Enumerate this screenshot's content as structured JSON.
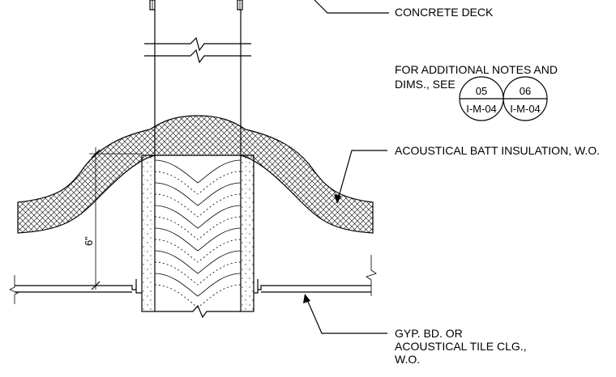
{
  "notes": {
    "concrete_deck": "CONCRETE DECK",
    "see_line1": "FOR ADDITIONAL NOTES AND",
    "see_line2": "DIMS., SEE",
    "acoustical_batt": "ACOUSTICAL BATT INSULATION, W.O.",
    "ceiling_line1": "GYP. BD. OR",
    "ceiling_line2": "ACOUSTICAL TILE CLG.,",
    "ceiling_line3": "W.O."
  },
  "detail_tags": [
    {
      "number": "05",
      "sheet": "I-M-04"
    },
    {
      "number": "06",
      "sheet": "I-M-04"
    }
  ],
  "dimension": {
    "value": "6\""
  },
  "colors": {
    "line": "#000000",
    "background": "#ffffff"
  }
}
